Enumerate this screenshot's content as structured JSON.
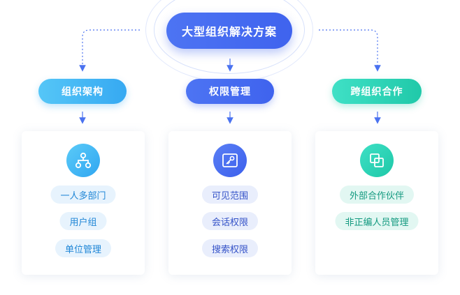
{
  "colors": {
    "main": "#4469F0",
    "blue": "#3AAEF3",
    "indigo": "#4469F0",
    "green": "#25CDAD",
    "connector": "#4a72f0"
  },
  "root": {
    "label": "大型组织解决方案"
  },
  "branches": [
    {
      "label": "组织架构",
      "icon": "org-tree-icon",
      "items": [
        "一人多部门",
        "用户组",
        "单位管理"
      ]
    },
    {
      "label": "权限管理",
      "icon": "key-card-icon",
      "items": [
        "可见范围",
        "会话权限",
        "搜索权限"
      ]
    },
    {
      "label": "跨组织合作",
      "icon": "linked-squares-icon",
      "items": [
        "外部合作伙伴",
        "非正编人员管理"
      ]
    }
  ]
}
